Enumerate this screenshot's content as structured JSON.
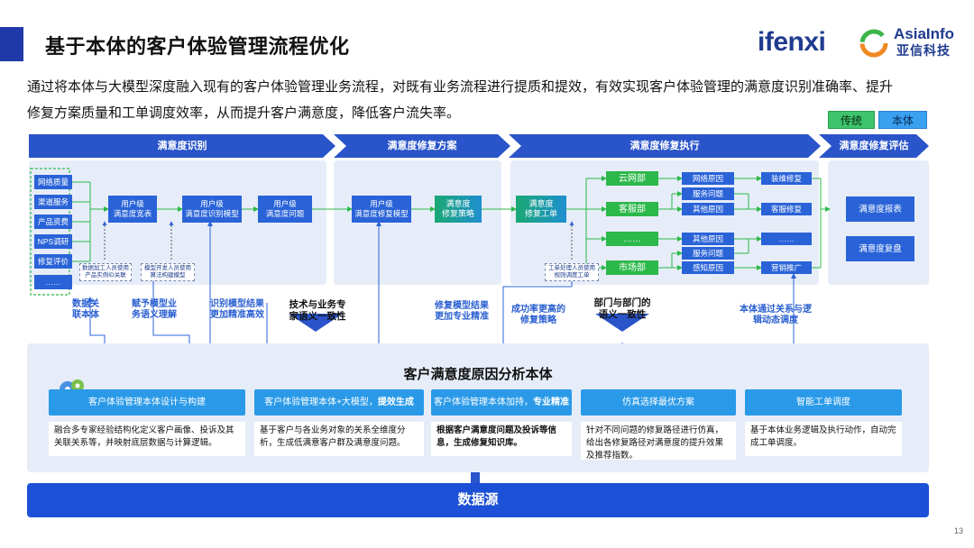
{
  "header": {
    "title": "基于本体的客户体验管理流程优化",
    "logo_ifenxi": "ifenxi",
    "logo_asiainfo": "AsiaInfo",
    "logo_asiainfo_cn": "亚信科技"
  },
  "intro": {
    "line1": "通过将本体与大模型深度融入现有的客户体验管理业务流程，对既有业务流程进行提质和提效，有效实现客户体验管理的满意度识别准确率、提升",
    "line2": "修复方案质量和工单调度效率，从而提升客户满意度，降低客户流失率。"
  },
  "legend": {
    "traditional": "传统",
    "ontology": "本体"
  },
  "stages": [
    "满意度识别",
    "满意度修复方案",
    "满意度修复执行",
    "满意度修复评估"
  ],
  "sources": [
    "网络质量",
    "渠道服务",
    "产品资费",
    "NPS调研",
    "修复评价",
    "……"
  ],
  "identify": {
    "customer_list": "用户级\n满意度宽表",
    "model": "用户级\n满意度识别模型",
    "problem": "用户级\n满意度问题",
    "note1": "数据加工人员使用\n产品实例ID关联",
    "note2": "模型开发人员使用\n算法构建模型"
  },
  "repair_plan": {
    "model": "用户级\n满意度修复模型",
    "strategy": "满意度\n修复策略"
  },
  "execution": {
    "work_order": "满意度\n修复工单",
    "note": "工单处理人员使用\n规则调度工单",
    "departments": [
      "云网部",
      "客服部",
      "……",
      "市场部"
    ],
    "causes": [
      "网络原因",
      "服务问题",
      "其他原因",
      "其他原因",
      "服务问题",
      "感知原因"
    ],
    "actions": [
      "装维修复",
      "客服修复",
      "……",
      "营销推广"
    ]
  },
  "evaluation": {
    "report": "满意度报表",
    "review": "满意度复盘"
  },
  "annotations": {
    "a1": "数据关\n联本体",
    "a2": "赋予模型业\n务语义理解",
    "a3": "识别模型结果\n更加精准高效",
    "a4": "技术与业务专\n家语义一致性",
    "a5": "修复模型结果\n更加专业精准",
    "a6": "成功率更高的\n修复策略",
    "a7": "部门与部门的\n语义一致性",
    "a8": "本体通过关系与逻\n辑动态调度"
  },
  "bottom": {
    "title": "客户满意度原因分析本体",
    "capabilities": [
      {
        "label": "客户体验管理本体设计与构建",
        "bold": "",
        "desc": "融合多专家经验结构化定义客户画像、投诉及其关联关系等，并映射底层数据与计算逻辑。"
      },
      {
        "label": "客户体验管理本体+大模型，",
        "bold": "提效生成",
        "desc": "基于客户与各业务对象的关系全维度分析，生成低满意客户群及满意度问题。"
      },
      {
        "label": "客户体验管理本体加持，",
        "bold": "专业精准",
        "desc": "根据客户满意度问题及投诉等信息，生成修复知识库。"
      },
      {
        "label": "仿真选择最优方案",
        "bold": "",
        "desc": "针对不同问题的修复路径进行仿真，给出各修复路径对满意度的提升效果及推荐指数。"
      },
      {
        "label": "智能工单调度",
        "bold": "",
        "desc": "基于本体业务逻辑及执行动作，自动完成工单调度。"
      }
    ]
  },
  "datasource": "数据源",
  "page_number": "13",
  "colors": {
    "primary": "#2a54c9",
    "traditional": "#3ec46d",
    "ontology": "#3aa0f0"
  }
}
